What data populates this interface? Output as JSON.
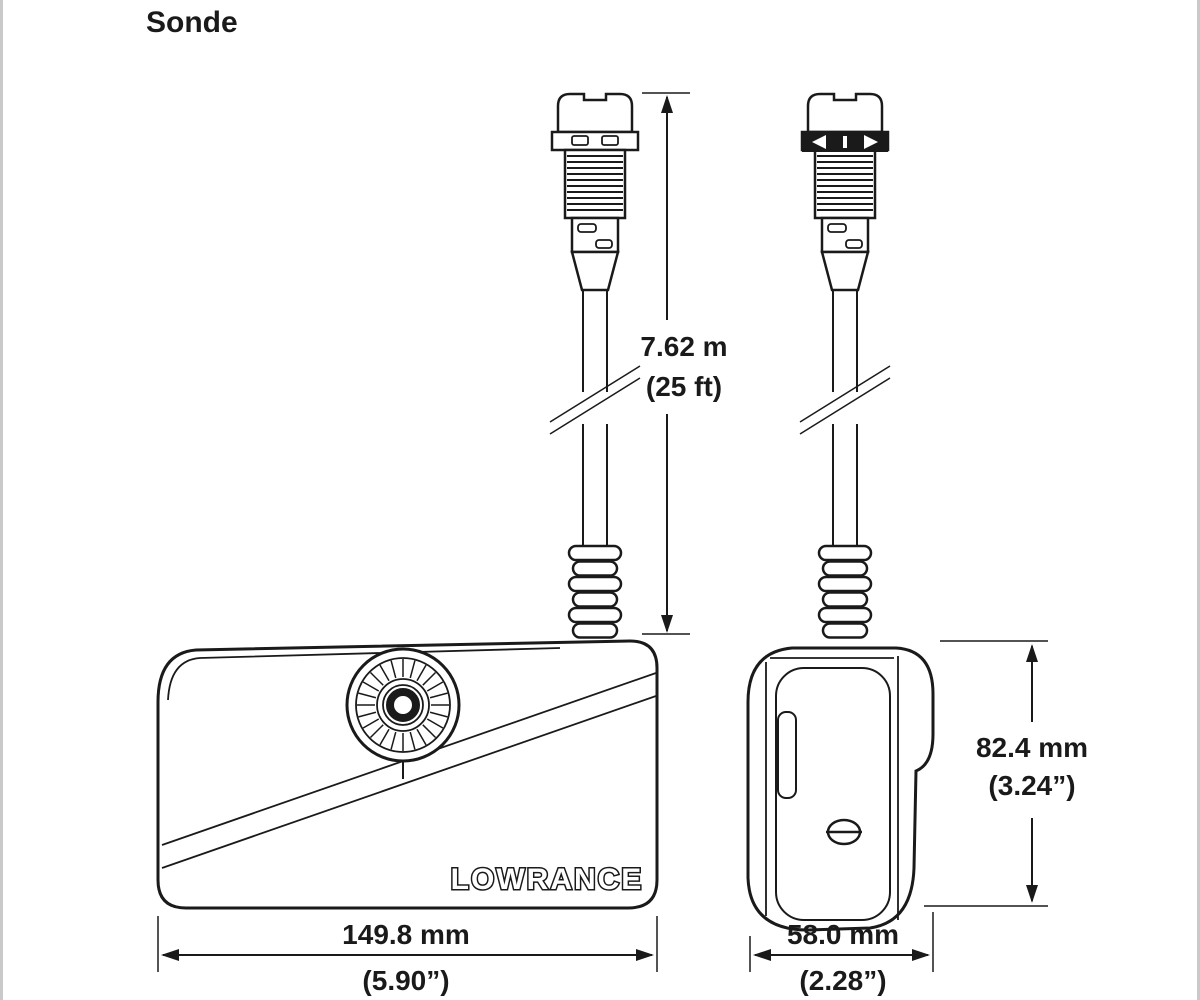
{
  "page": {
    "title": "Sonde"
  },
  "diagram": {
    "brand_label": "LOWRANCE",
    "labels": {
      "cable_length_metric": "7.62 m",
      "cable_length_imperial": "(25 ft)",
      "height_metric": "82.4 mm",
      "height_imperial": "(3.24”)",
      "width_metric": "149.8 mm",
      "width_imperial": "(5.90”)",
      "depth_metric": "58.0 mm",
      "depth_imperial": "(2.28”)"
    },
    "icons": {
      "connector_direction_arrows": "◄▶"
    },
    "colors": {
      "line": "#1a1a1a",
      "background": "#ffffff"
    }
  }
}
